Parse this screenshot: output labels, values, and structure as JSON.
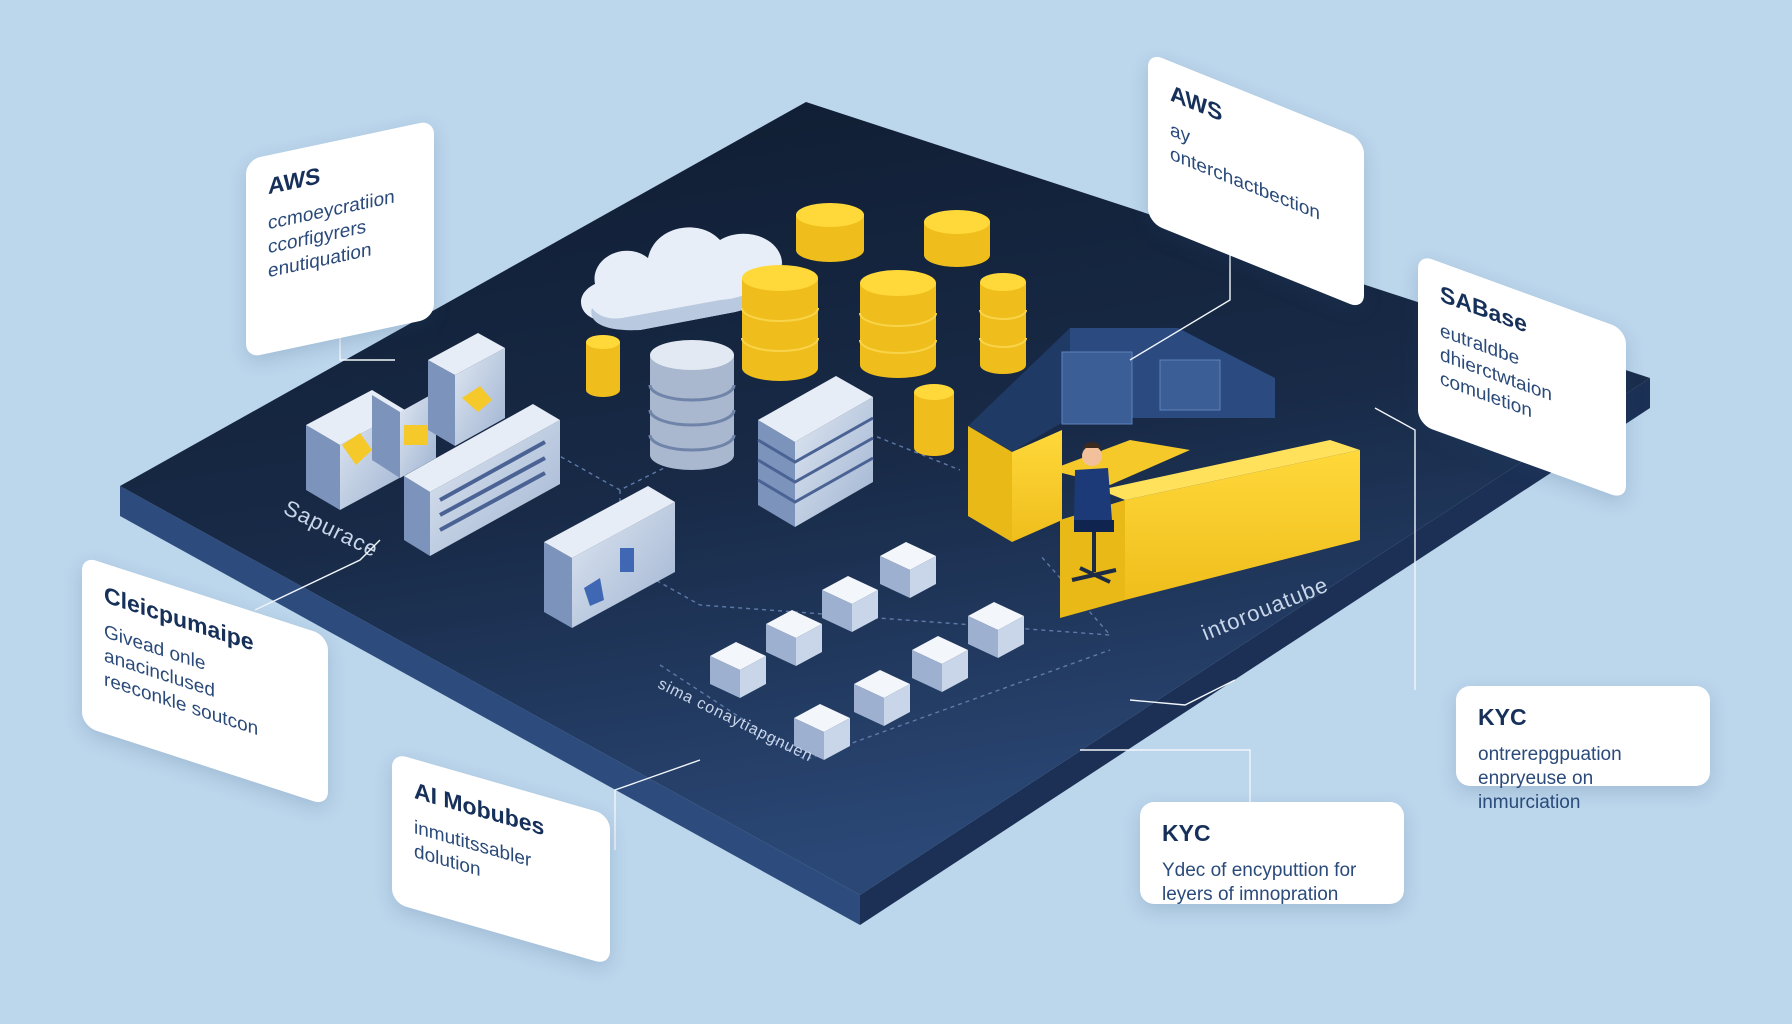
{
  "callouts": {
    "aws_left": {
      "title": "AWS",
      "lines": [
        "ccmoeycratiion",
        "ccorfigyrers enutiquation"
      ]
    },
    "aws_top": {
      "title": "AWS",
      "lines": [
        "ay onterchactbection"
      ]
    },
    "sabase": {
      "title": "SABase",
      "lines": [
        "eutraldbe dhierctwtaion",
        "comuletion"
      ]
    },
    "devops": {
      "title": "Cleicpumaipe",
      "lines": [
        "Givead onle anacinclused",
        "reeconkle soutcon"
      ]
    },
    "ai_modules": {
      "title": "AI Mobubes",
      "lines": [
        "inmutitssabler dolution"
      ]
    },
    "kyc_right": {
      "title": "KYC",
      "lines": [
        "ontrerepgpuation",
        "enpryeuse on inmurciation"
      ]
    },
    "kyc_bottom": {
      "title": "KYC",
      "lines": [
        "Ydec of encyputtion for",
        "leyers of imnopration"
      ]
    }
  },
  "floor_labels": {
    "storage": "Sapurace",
    "integration": "intorouatube",
    "compliance": "sima conaytiapgnuen"
  },
  "colors": {
    "platform_top": "#14233c",
    "accent_yellow": "#f5c92a",
    "server_blue": "#5c7bb0",
    "background": "#bcd6ec"
  }
}
